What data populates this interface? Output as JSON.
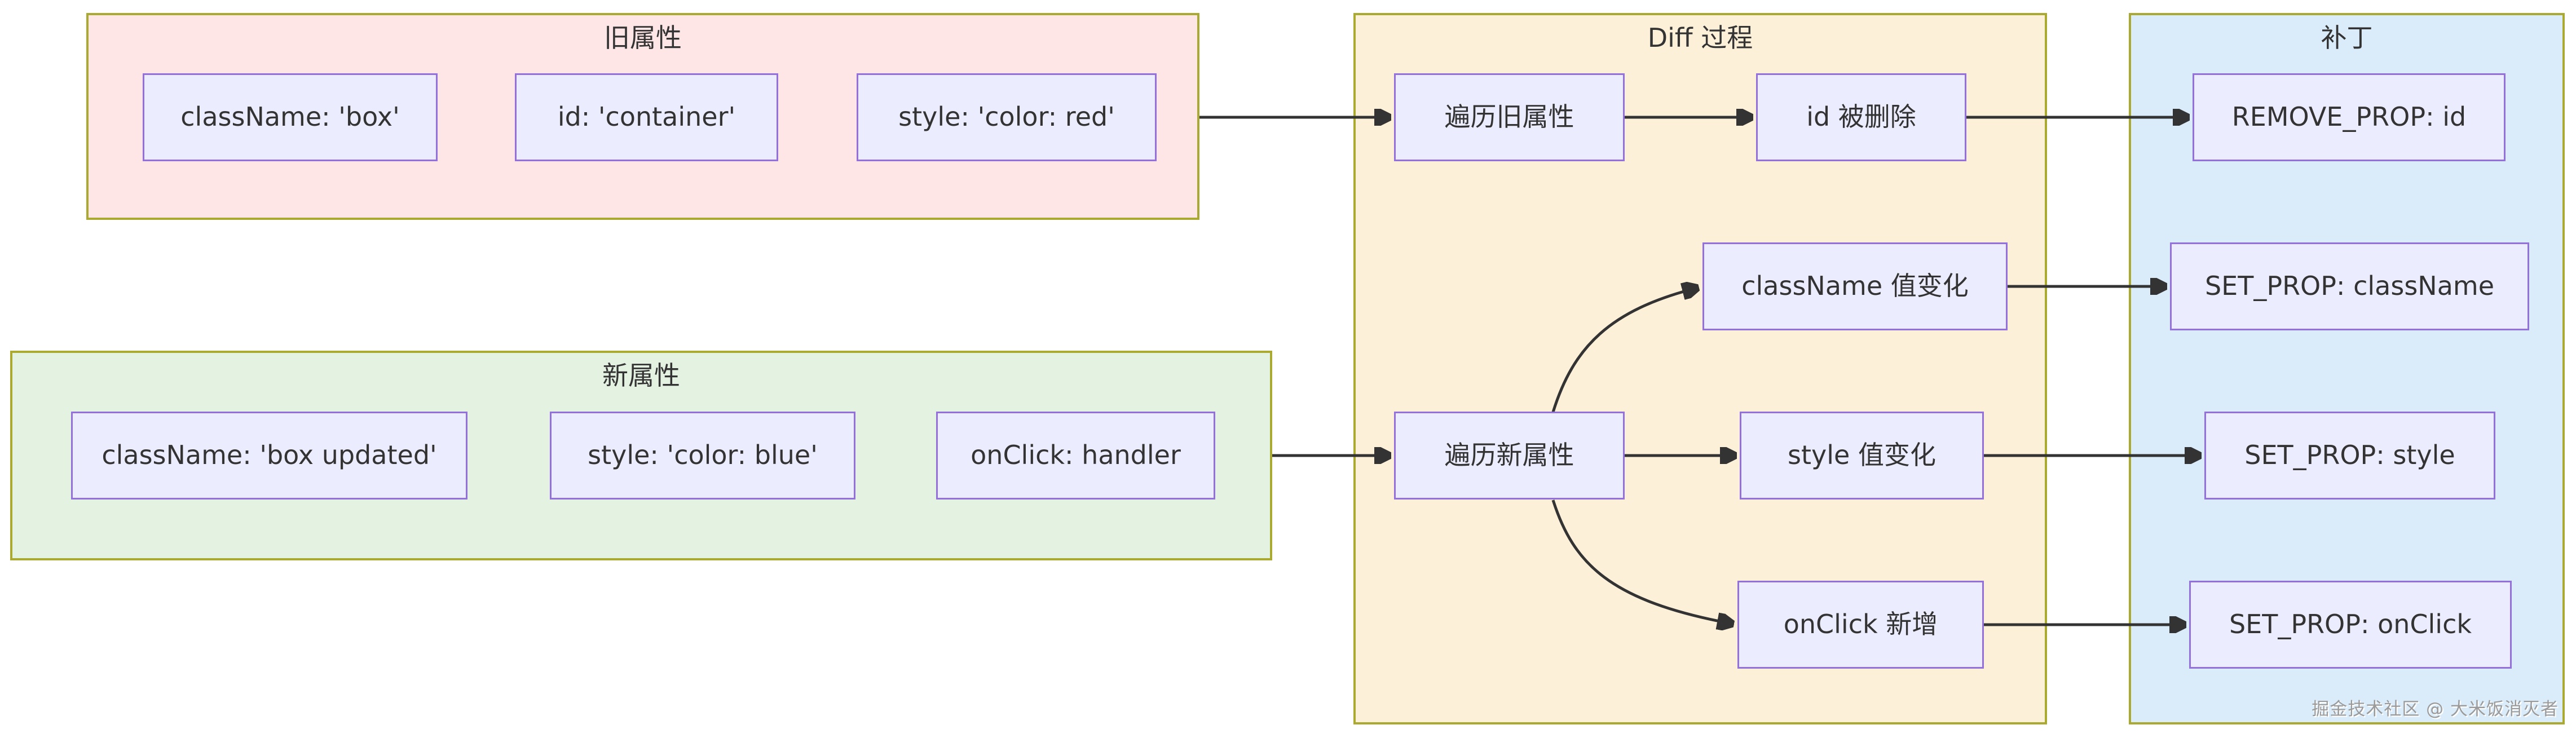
{
  "clusters": {
    "old": {
      "title": "旧属性",
      "fill": "#ffe6e6"
    },
    "new": {
      "title": "新属性",
      "fill": "#e4f2e2"
    },
    "diff": {
      "title": "Diff 过程",
      "fill": "#fdf0d8"
    },
    "patch": {
      "title": "补丁",
      "fill": "#daecfa"
    }
  },
  "nodes": {
    "old1": {
      "label": "className: 'box'"
    },
    "old2": {
      "label": "id: 'container'"
    },
    "old3": {
      "label": "style: 'color: red'"
    },
    "new1": {
      "label": "className: 'box updated'"
    },
    "new2": {
      "label": "style: 'color: blue'"
    },
    "new3": {
      "label": "onClick: handler"
    },
    "diff1": {
      "label": "遍历旧属性"
    },
    "diff2": {
      "label": "id 被删除"
    },
    "diff3": {
      "label": "className 值变化"
    },
    "diff4": {
      "label": "遍历新属性"
    },
    "diff5": {
      "label": "style 值变化"
    },
    "diff6": {
      "label": "onClick 新增"
    },
    "patch1": {
      "label": "REMOVE_PROP: id"
    },
    "patch2": {
      "label": "SET_PROP: className"
    },
    "patch3": {
      "label": "SET_PROP: style"
    },
    "patch4": {
      "label": "SET_PROP: onClick"
    }
  },
  "edges": [
    {
      "from": "old-props-cluster",
      "to": "traverse-old-props"
    },
    {
      "from": "traverse-old-props",
      "to": "id-removed"
    },
    {
      "from": "id-removed",
      "to": "remove-prop-id"
    },
    {
      "from": "new-props-cluster",
      "to": "traverse-new-props"
    },
    {
      "from": "traverse-new-props",
      "to": "classname-value-changed"
    },
    {
      "from": "traverse-new-props",
      "to": "style-value-changed"
    },
    {
      "from": "traverse-new-props",
      "to": "onclick-added"
    },
    {
      "from": "classname-value-changed",
      "to": "set-prop-classname"
    },
    {
      "from": "style-value-changed",
      "to": "set-prop-style"
    },
    {
      "from": "onclick-added",
      "to": "set-prop-onclick"
    }
  ],
  "colors": {
    "node_fill": "#ECECFF",
    "node_border": "#9370DB",
    "cluster_border": "#aaaa33",
    "edge": "#333333",
    "text": "#333333"
  },
  "watermark": {
    "text": "掘金技术社区 @ 大米饭消灭者"
  }
}
